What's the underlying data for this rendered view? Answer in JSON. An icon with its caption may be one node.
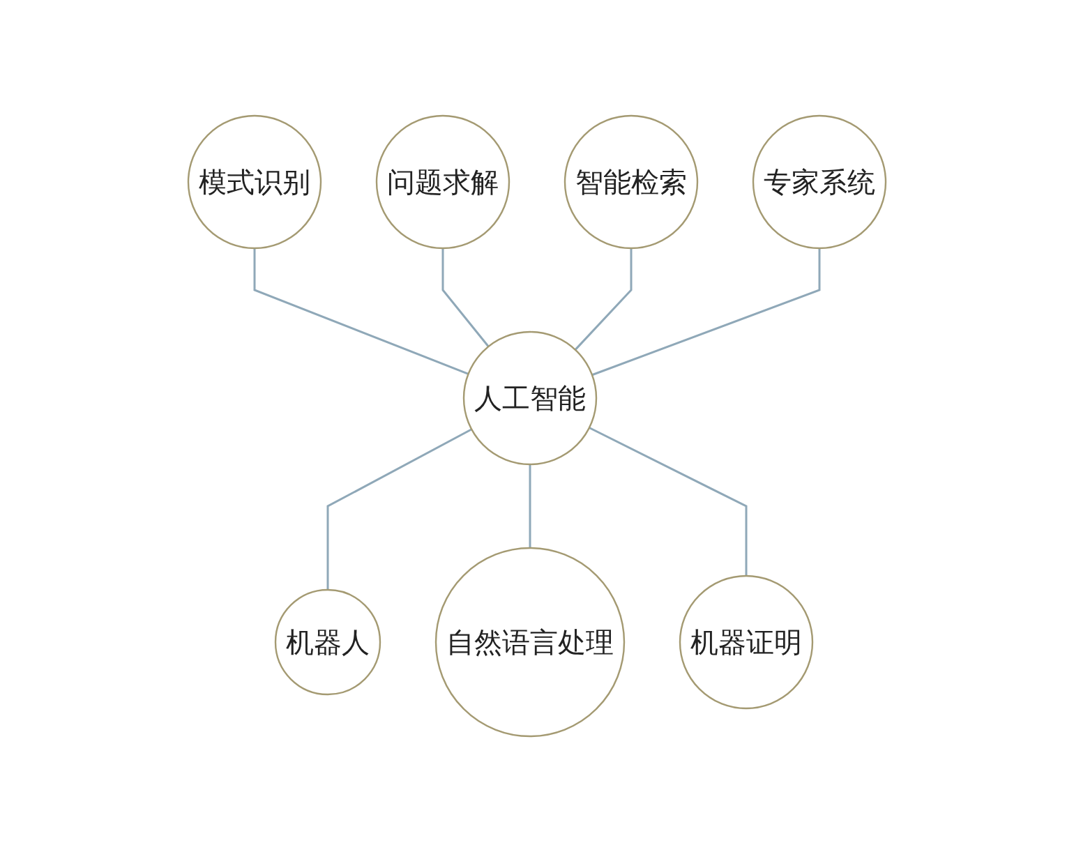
{
  "diagram": {
    "nodes": [
      {
        "text": [
          "模式识别"
        ]
      },
      {
        "text": [
          "问题求解"
        ]
      },
      {
        "text": [
          "智能检索"
        ]
      },
      {
        "text": [
          "专家系统"
        ]
      },
      {
        "text": [
          "人工智能"
        ]
      },
      {
        "text": [
          "机器人"
        ]
      },
      {
        "text": [
          "自然语言处理"
        ]
      },
      {
        "text": [
          "机器证明"
        ]
      }
    ],
    "edges": [
      {
        "from": 0,
        "to": 4,
        "arrow": "none"
      },
      {
        "from": 1,
        "to": 4,
        "arrow": "none"
      },
      {
        "from": 2,
        "to": 4,
        "arrow": "none"
      },
      {
        "from": 3,
        "to": 4,
        "arrow": "none"
      },
      {
        "from": 4,
        "to": 5,
        "arrow": "none"
      },
      {
        "from": 4,
        "to": 6,
        "arrow": "none"
      },
      {
        "from": 4,
        "to": 7,
        "arrow": "none"
      }
    ]
  }
}
